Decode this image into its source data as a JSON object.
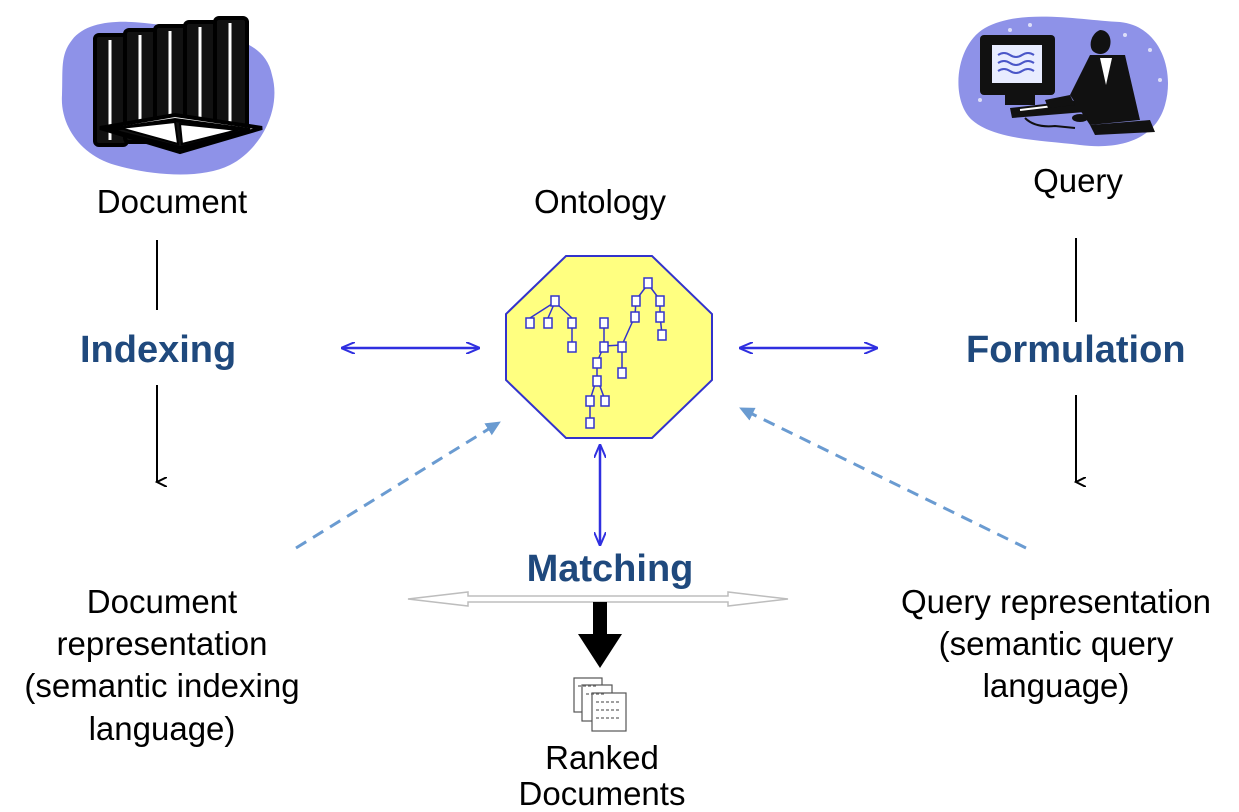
{
  "colors": {
    "process_label": "#1f497d",
    "blue_arrow": "#2f2fe0",
    "dashed_arrow": "#6a9bd1",
    "ontology_fill": "#ffff80",
    "ontology_border": "#3333cc",
    "blob": "#8e92e8",
    "hollow_arrow": "#cfcfcf"
  },
  "labels": {
    "document": "Document",
    "ontology": "Ontology",
    "query": "Query",
    "indexing": "Indexing",
    "formulation": "Formulation",
    "matching": "Matching",
    "doc_rep": [
      "Document",
      "representation",
      "(semantic indexing",
      "language)"
    ],
    "query_rep": [
      "Query representation",
      "(semantic query",
      "language)"
    ],
    "ranked": [
      "Ranked",
      "Documents"
    ]
  },
  "icons": {
    "books": "books-clipart-icon",
    "person_computer": "person-at-computer-clipart-icon",
    "ontology_graph": "ontology-graph-icon",
    "ranked_documents": "document-stack-icon"
  }
}
